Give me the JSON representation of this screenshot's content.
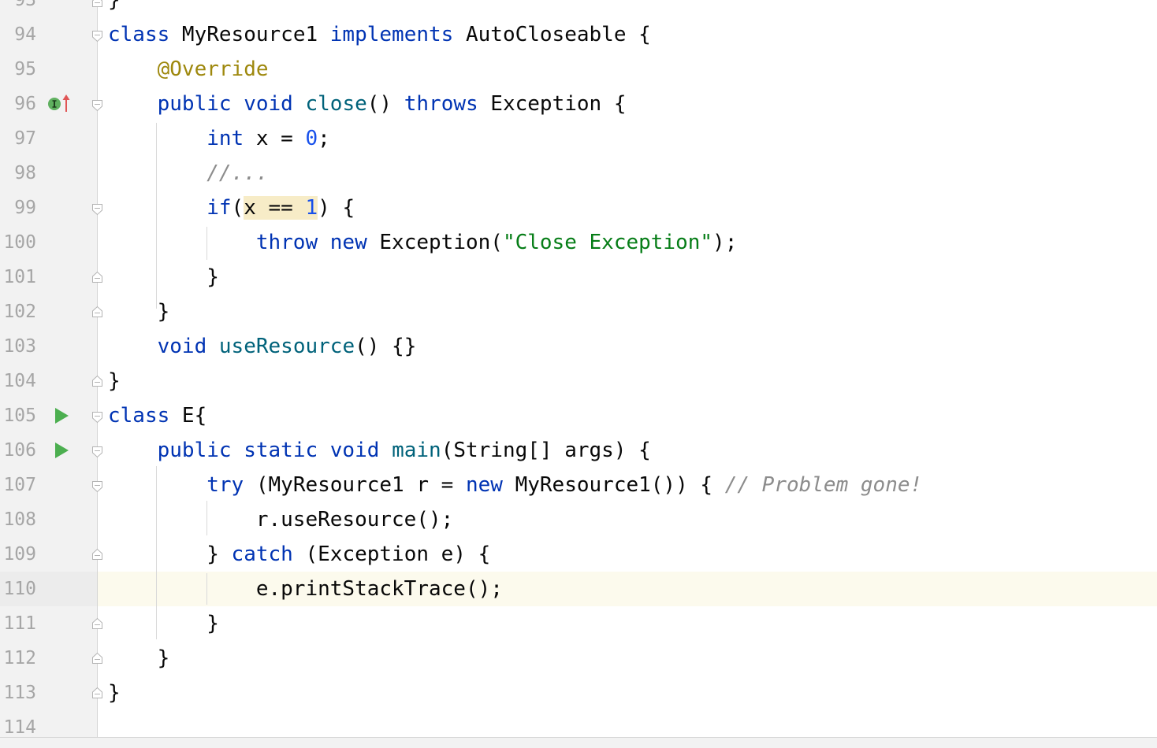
{
  "editor": {
    "lines": [
      {
        "num": "93",
        "tokens": [
          {
            "t": "}"
          }
        ]
      },
      {
        "num": "94",
        "tokens": [
          {
            "t": "class",
            "c": "kw"
          },
          {
            "t": " MyResource1 "
          },
          {
            "t": "implements",
            "c": "kw"
          },
          {
            "t": " AutoCloseable {"
          }
        ]
      },
      {
        "num": "95",
        "tokens": [
          {
            "t": "    "
          },
          {
            "t": "@Override",
            "c": "ann"
          }
        ]
      },
      {
        "num": "96",
        "tokens": [
          {
            "t": "    "
          },
          {
            "t": "public",
            "c": "kw"
          },
          {
            "t": " "
          },
          {
            "t": "void",
            "c": "kw"
          },
          {
            "t": " "
          },
          {
            "t": "close",
            "c": "fn"
          },
          {
            "t": "() "
          },
          {
            "t": "throws",
            "c": "kw"
          },
          {
            "t": " Exception {"
          }
        ]
      },
      {
        "num": "97",
        "tokens": [
          {
            "t": "        "
          },
          {
            "t": "int",
            "c": "kw"
          },
          {
            "t": " x = "
          },
          {
            "t": "0",
            "c": "num"
          },
          {
            "t": ";"
          }
        ]
      },
      {
        "num": "98",
        "tokens": [
          {
            "t": "        "
          },
          {
            "t": "//...",
            "c": "cmt"
          }
        ]
      },
      {
        "num": "99",
        "tokens": [
          {
            "t": "        "
          },
          {
            "t": "if",
            "c": "kw"
          },
          {
            "t": "("
          },
          {
            "t": "x == ",
            "c": "hl"
          },
          {
            "t": "1",
            "c": "num hl"
          },
          {
            "t": ") {"
          }
        ]
      },
      {
        "num": "100",
        "tokens": [
          {
            "t": "            "
          },
          {
            "t": "throw",
            "c": "kw"
          },
          {
            "t": " "
          },
          {
            "t": "new",
            "c": "kw"
          },
          {
            "t": " Exception("
          },
          {
            "t": "\"Close Exception\"",
            "c": "str"
          },
          {
            "t": ");"
          }
        ]
      },
      {
        "num": "101",
        "tokens": [
          {
            "t": "        }"
          }
        ]
      },
      {
        "num": "102",
        "tokens": [
          {
            "t": "    }"
          }
        ]
      },
      {
        "num": "103",
        "tokens": [
          {
            "t": "    "
          },
          {
            "t": "void",
            "c": "kw"
          },
          {
            "t": " "
          },
          {
            "t": "useResource",
            "c": "fn"
          },
          {
            "t": "() {}"
          }
        ]
      },
      {
        "num": "104",
        "tokens": [
          {
            "t": "}"
          }
        ]
      },
      {
        "num": "105",
        "tokens": [
          {
            "t": "class",
            "c": "kw"
          },
          {
            "t": " E{"
          }
        ]
      },
      {
        "num": "106",
        "tokens": [
          {
            "t": "    "
          },
          {
            "t": "public",
            "c": "kw"
          },
          {
            "t": " "
          },
          {
            "t": "static",
            "c": "kw"
          },
          {
            "t": " "
          },
          {
            "t": "void",
            "c": "kw"
          },
          {
            "t": " "
          },
          {
            "t": "main",
            "c": "fn"
          },
          {
            "t": "(String[] args) {"
          }
        ]
      },
      {
        "num": "107",
        "tokens": [
          {
            "t": "        "
          },
          {
            "t": "try",
            "c": "kw"
          },
          {
            "t": " (MyResource1 r = "
          },
          {
            "t": "new",
            "c": "kw"
          },
          {
            "t": " MyResource1()) { "
          },
          {
            "t": "// Problem gone!",
            "c": "cmt"
          }
        ]
      },
      {
        "num": "108",
        "tokens": [
          {
            "t": "            r.useResource();"
          }
        ]
      },
      {
        "num": "109",
        "tokens": [
          {
            "t": "        } "
          },
          {
            "t": "catch",
            "c": "kw"
          },
          {
            "t": " (Exception e) {"
          }
        ]
      },
      {
        "num": "110",
        "tokens": [
          {
            "t": "            e.printStackTrace();"
          }
        ]
      },
      {
        "num": "111",
        "tokens": [
          {
            "t": "        }"
          }
        ]
      },
      {
        "num": "112",
        "tokens": [
          {
            "t": "    }"
          }
        ]
      },
      {
        "num": "113",
        "tokens": [
          {
            "t": "}"
          }
        ]
      },
      {
        "num": "114",
        "tokens": []
      }
    ],
    "current_line": "110",
    "colors": {
      "keyword": "#0033b3",
      "function": "#00627a",
      "annotation": "#9e880d",
      "number": "#1750eb",
      "string": "#067d17",
      "comment": "#8c8c8c",
      "run_icon": "#4caf50",
      "implements_icon": "#5fb05f",
      "override_arrow": "#e05555"
    },
    "gutter_icons": [
      {
        "line": "96",
        "icon": "implements-method-icon"
      },
      {
        "line": "105",
        "icon": "run-icon"
      },
      {
        "line": "106",
        "icon": "run-icon"
      }
    ]
  }
}
